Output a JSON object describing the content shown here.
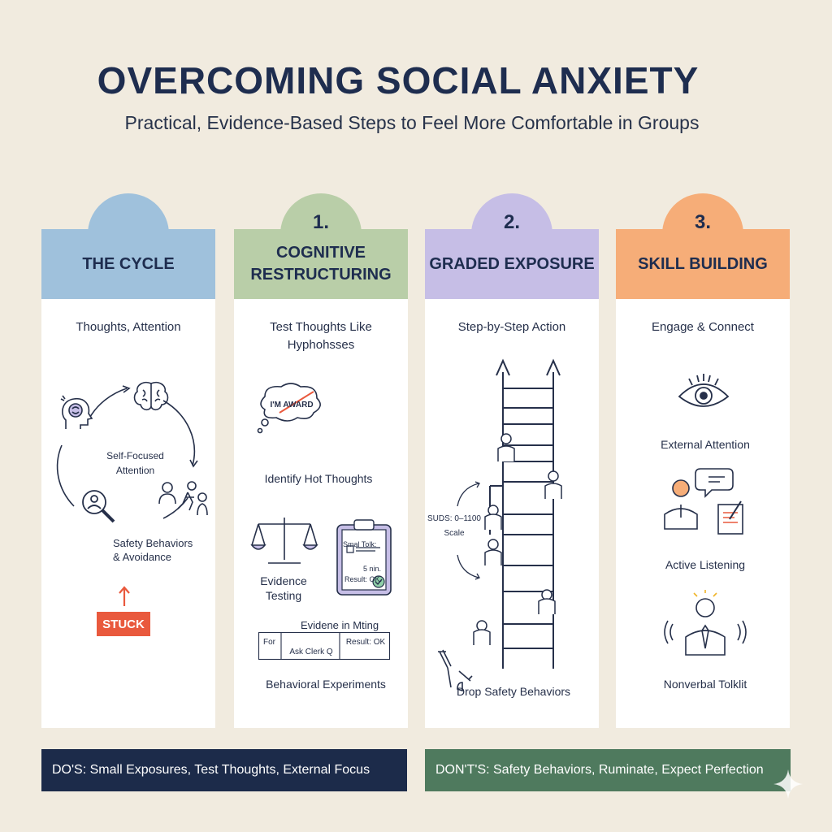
{
  "title": "OVERCOMING SOCIAL ANXIETY",
  "subtitle": "Practical, Evidence-Based Steps to Feel More Comfortable in Groups",
  "colors": {
    "background": "#f1ebdf",
    "cycle": "#9fc1dc",
    "cognitive": "#b9cea8",
    "exposure": "#c6bee6",
    "skills": "#f6ad78",
    "do_banner": "#1c2b4a",
    "dont_banner": "#4f7a5e",
    "stuck": "#e9593d"
  },
  "columns": {
    "cycle": {
      "heading": "THE CYCLE",
      "intro": "Thoughts, Attention",
      "self_focused": "Self-Focused Attention",
      "safety": "Safety Behaviors & Avoidance",
      "stuck": "STUCK",
      "icons": [
        "head-brain-icon",
        "brain-icon",
        "magnifier-icon",
        "people-icon",
        "person-avoid-icon"
      ]
    },
    "cognitive": {
      "number": "1.",
      "heading": "COGNITIVE RESTRUCTURING",
      "intro": "Test Thoughts Like Hyphohsses",
      "bubble_text": "I'M AWARD",
      "hot_thoughts": "Identify Hot Thoughts",
      "clipboard_title": "Smal Tolk:",
      "clipboard_time": "5 nin.",
      "clipboard_result": "Result: OK.",
      "evidence_testing": "Evidence Testing",
      "table_title": "Evidene in Mting",
      "table_for": "For",
      "table_ask": "Ask Clerk Q",
      "table_result": "Result: OK",
      "experiments": "Behavioral Experiments"
    },
    "exposure": {
      "number": "2.",
      "heading": "GRADED EXPOSURE",
      "intro": "Step-by-Step Action",
      "suds": "SUDS: 0–1100 Scale",
      "drop": "Drop Safety Behaviors"
    },
    "skills": {
      "number": "3.",
      "heading": "SKILL BUILDING",
      "intro": "Engage & Connect",
      "external": "External Attention",
      "listening": "Active Listening",
      "nonverbal": "Nonverbal Tolklit"
    }
  },
  "banners": {
    "do": "DO'S: Small Exposures, Test Thoughts, External Focus",
    "dont": "DON'T'S: Safety Behaviors, Ruminate, Expect Perfection"
  }
}
